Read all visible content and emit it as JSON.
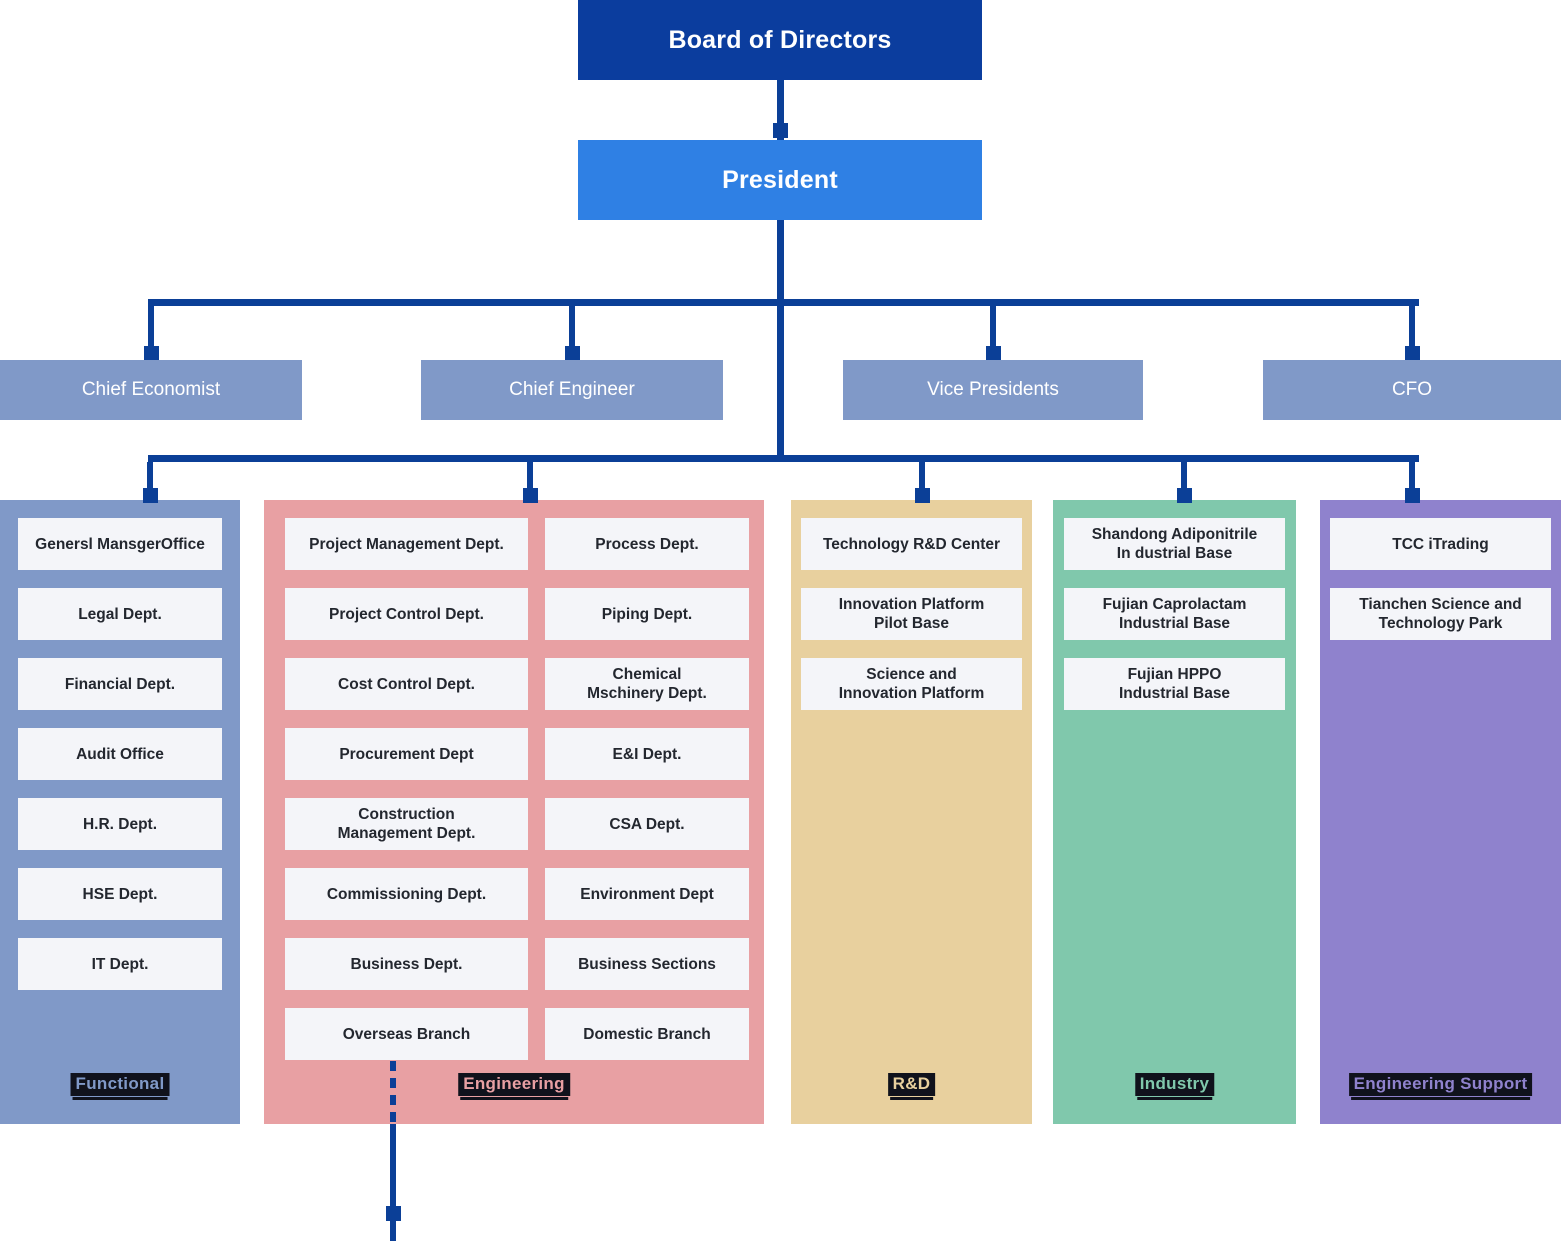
{
  "org": {
    "board": {
      "label": "Board of Directors",
      "color": "#0B3D9E"
    },
    "president": {
      "label": "President",
      "color": "#2F80E4"
    },
    "executives": [
      {
        "label": "Chief Economist"
      },
      {
        "label": "Chief Engineer"
      },
      {
        "label": "Vice Presidents"
      },
      {
        "label": "CFO"
      }
    ],
    "executive_color": "#8099C8",
    "connector_color": "#0B3F97",
    "dept_box_color": "#F4F5F9",
    "groups": [
      {
        "name": "Functional",
        "color": "#8099C8",
        "items": [
          "Genersl MansgerOffice",
          "Legal Dept.",
          "Financial Dept.",
          "Audit Office",
          "H.R. Dept.",
          "HSE Dept.",
          "IT Dept."
        ]
      },
      {
        "name": "Engineering",
        "color": "#E8A0A3",
        "left": [
          "Project Management Dept.",
          "Project Control Dept.",
          "Cost Control Dept.",
          "Procurement Dept",
          "Construction\nManagement Dept.",
          "Commissioning Dept.",
          "Business Dept.",
          "Overseas Branch"
        ],
        "right": [
          "Process Dept.",
          "Piping Dept.",
          "Chemical\nMschinery Dept.",
          "E&I Dept.",
          "CSA Dept.",
          "Environment Dept",
          "Business Sections",
          "Domestic Branch"
        ]
      },
      {
        "name": "R&D",
        "color": "#E8D09E",
        "items": [
          "Technology R&D Center",
          "Innovation Platform\nPilot Base",
          "Science and\nInnovation Platform"
        ]
      },
      {
        "name": "Industry",
        "color": "#80C8AC",
        "items": [
          "Shandong Adiponitrile\nIn dustrial Base",
          "Fujian Caprolactam\nIndustrial Base",
          "Fujian HPPO\nIndustrial Base"
        ]
      },
      {
        "name": "Engineering Support",
        "color": "#8F82CD",
        "items": [
          "TCC iTrading",
          "Tianchen Science and\nTechnology Park"
        ]
      }
    ]
  }
}
